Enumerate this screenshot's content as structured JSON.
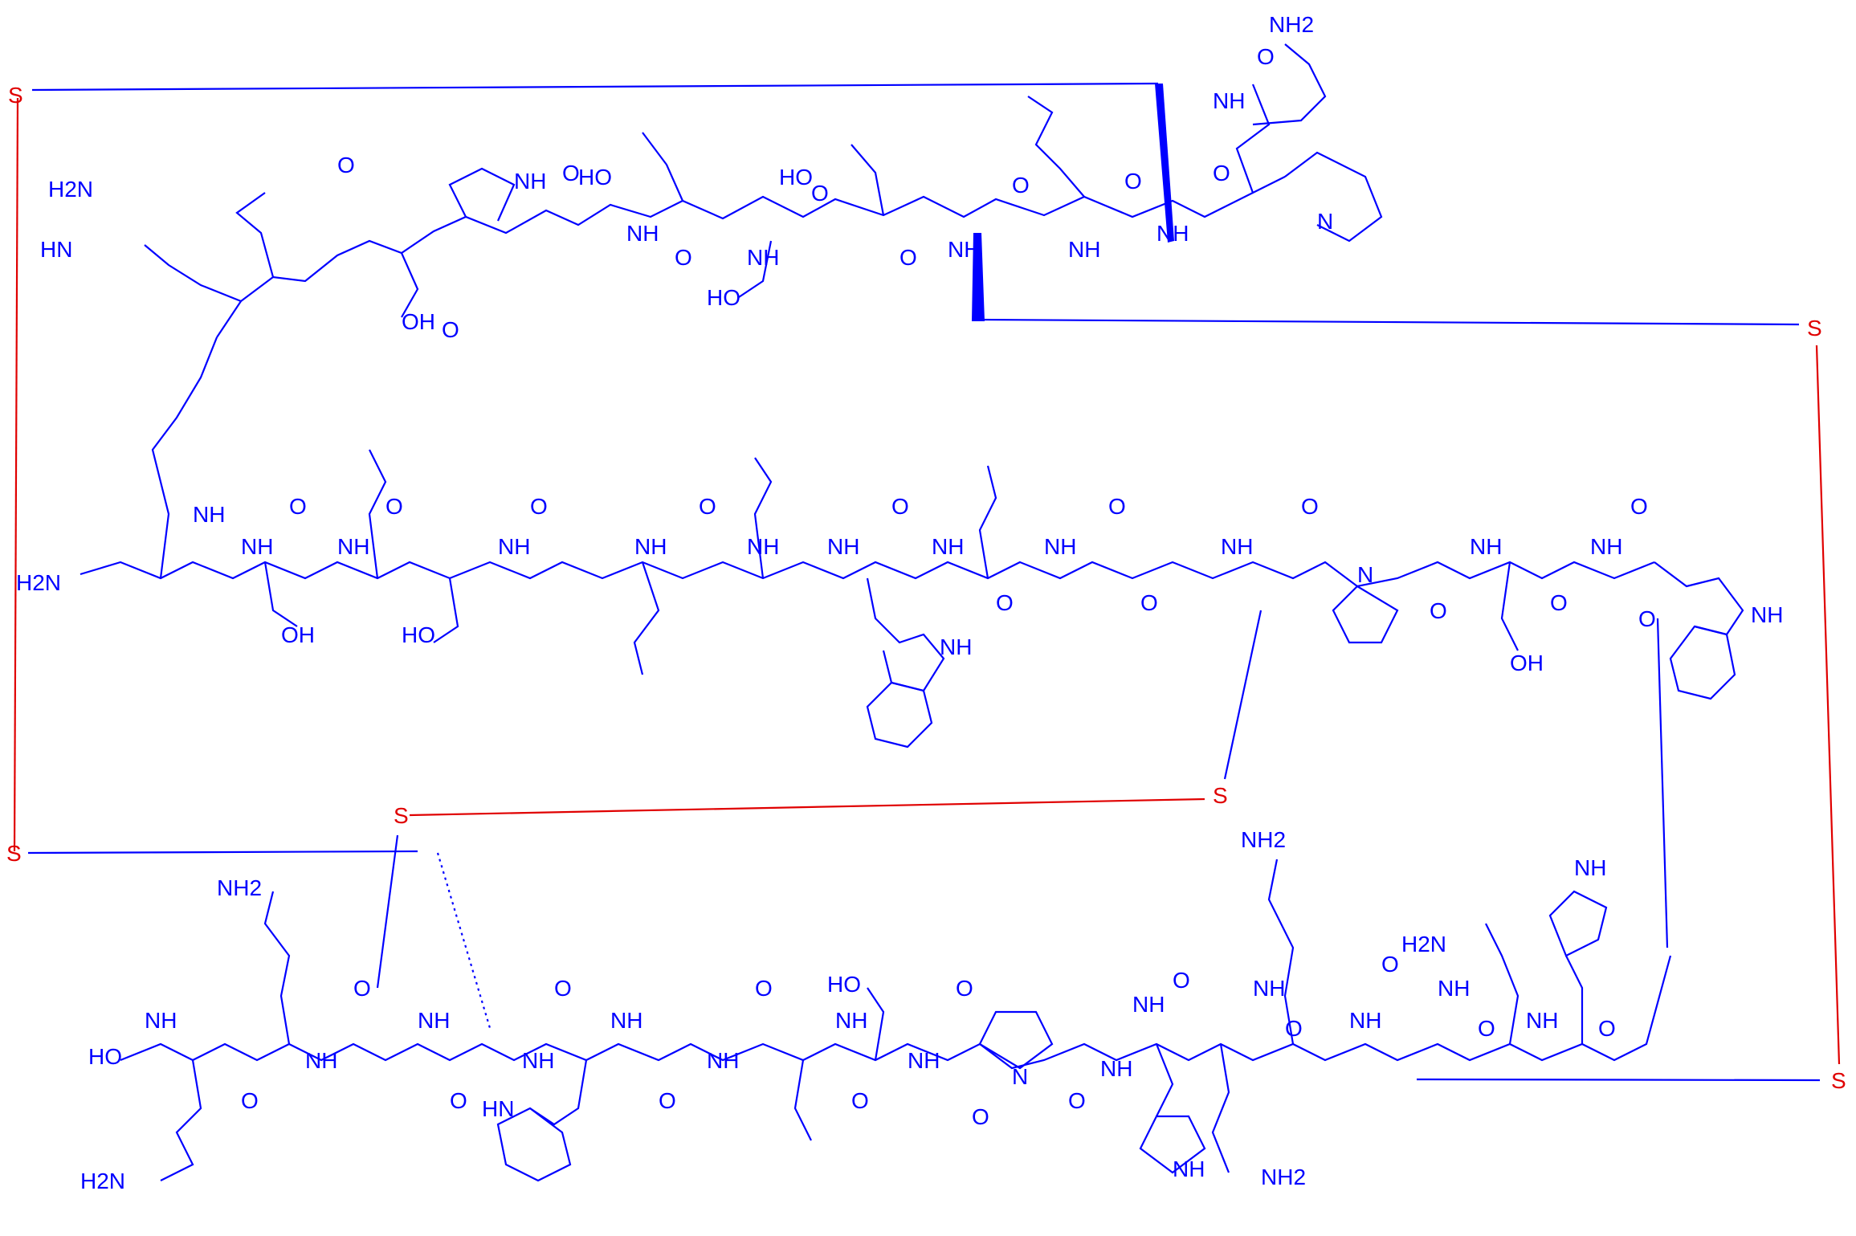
{
  "colors": {
    "backbone": "#0000ff",
    "disulfide": "#e00000",
    "background": "#ffffff"
  },
  "labels": {
    "S": "S",
    "NH": "NH",
    "HN": "HN",
    "H": "H",
    "N": "N",
    "O": "O",
    "OH": "OH",
    "HO": "HO",
    "NH2": "NH2",
    "H2N": "H2N",
    "HNimine": "HN",
    "COOH_top": "HO",
    "OH_serine": "OH"
  },
  "atoms": {
    "s_top_left": "S",
    "s_mid_left": "S",
    "s_right_top": "S",
    "s_right_bottom": "S",
    "s_center_low": "S",
    "s_center_left": "S",
    "nh2_top": "NH2",
    "h2n_arg": "H2N",
    "hn_arg": "HN",
    "h2n_asn": "H2N",
    "nh2_lys_left": "NH2",
    "ho_glu": "HO",
    "h2n_gln": "H2N",
    "nh2_lys_mid_top": "NH2",
    "nh2_lys_mid_bot": "NH2",
    "h2n_asn_right": "H2N",
    "ho_thr_bottom": "HO",
    "nh_ind_top": "NH",
    "nh_ind_right": "NH",
    "hn_ind_bottom": "HN",
    "nh_his_right": "NH",
    "nh_his_bottom": "NH",
    "oh_thr_mid": "OH",
    "ho_ser_mid": "HO",
    "oh_ser_top": "OH",
    "ho_ser_top2": "HO",
    "oh_ser_right": "OH",
    "ho_asp_top1": "HO",
    "ho_asp_top2": "HO"
  }
}
